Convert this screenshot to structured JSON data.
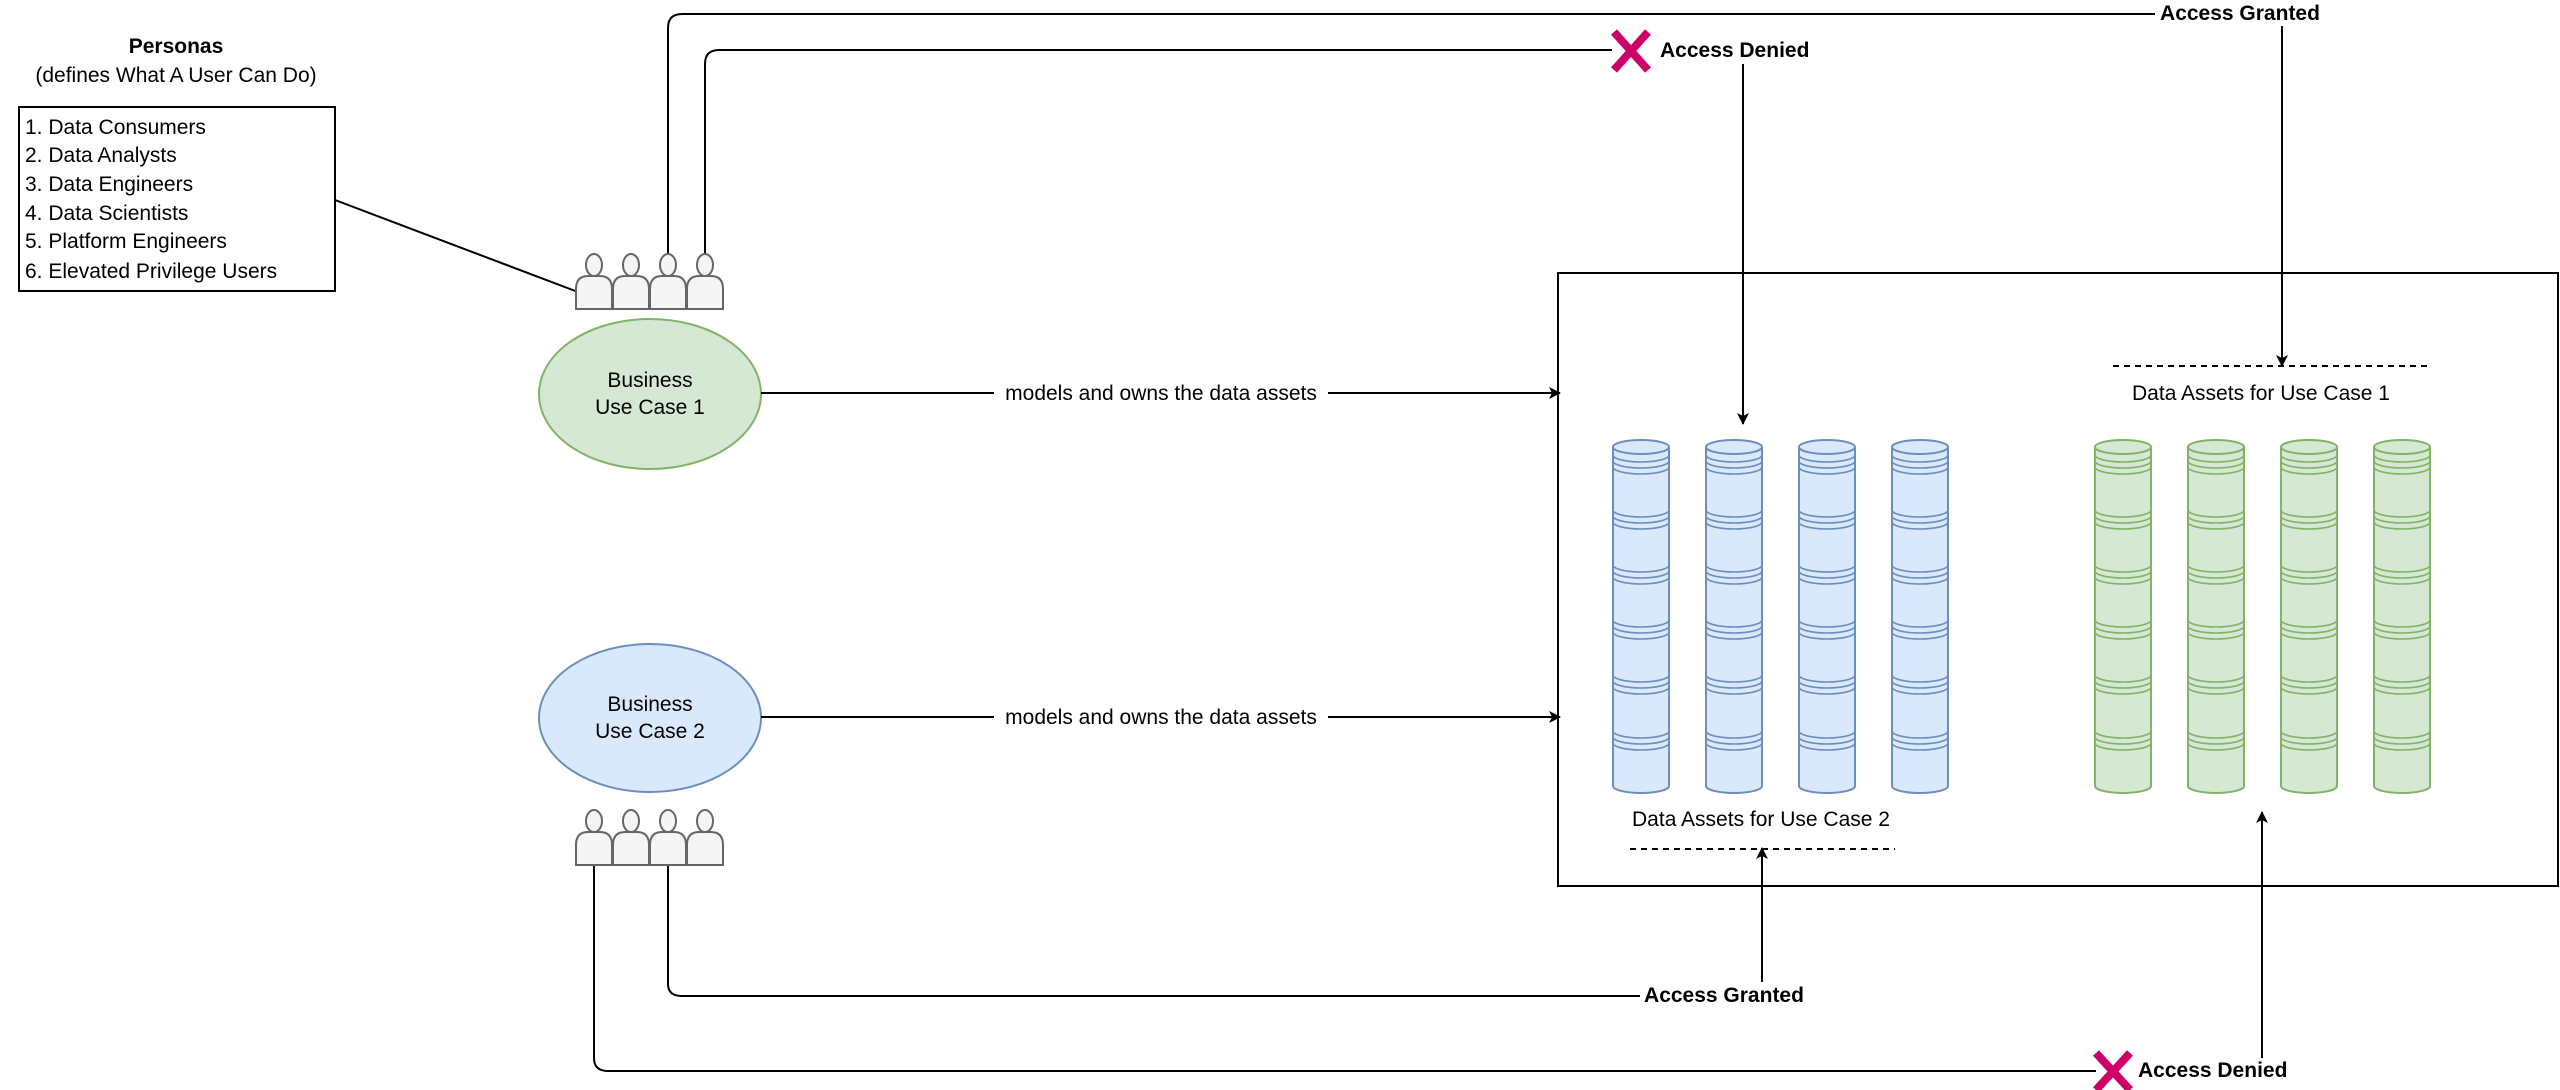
{
  "personas": {
    "title": "Personas",
    "subtitle": "(defines What A User Can Do)",
    "items": [
      "1. Data Consumers",
      "2. Data Analysts",
      "3. Data Engineers",
      "4. Data Scientists",
      "5. Platform Engineers",
      "6. Elevated Privilege Users"
    ]
  },
  "use_cases": [
    {
      "line1": "Business",
      "line2": "Use Case 1",
      "fill": "#d5e8d4",
      "stroke": "#82b366"
    },
    {
      "line1": "Business",
      "line2": "Use Case 2",
      "fill": "#dae8fc",
      "stroke": "#6c8ebf"
    }
  ],
  "edges": {
    "models_label_1": "models and owns the data assets",
    "models_label_2": "models and owns the data assets",
    "top_granted": "Access Granted",
    "top_denied": "Access Denied",
    "bottom_granted": "Access Granted",
    "bottom_denied": "Access Denied"
  },
  "assets": {
    "uc1_label": "Data Assets for Use Case 1",
    "uc2_label": "Data Assets for Use Case 2",
    "uc1_fill": "#d5e8d4",
    "uc1_stroke": "#82b366",
    "uc2_fill": "#dae8fc",
    "uc2_stroke": "#6c8ebf"
  },
  "colors": {
    "deny_mark": "#cc0066",
    "user_icon_fill": "#f5f5f5",
    "user_icon_stroke": "#666666"
  },
  "icons": {
    "users": "user-group-icon",
    "deny": "x-mark-icon",
    "database": "database-stack-icon"
  }
}
